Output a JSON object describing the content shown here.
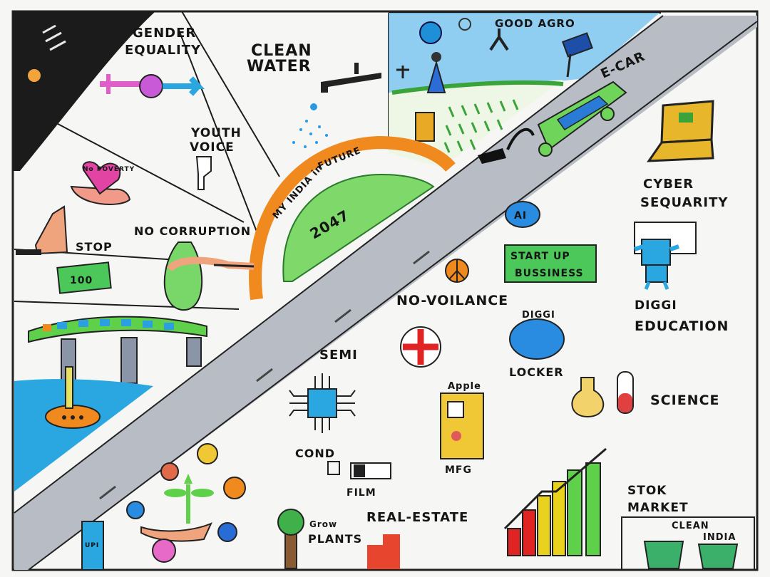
{
  "labels": {
    "gender_equality": [
      "GENDER",
      "EQUALITY"
    ],
    "clean_water": [
      "CLEAN",
      "WATER"
    ],
    "good_agro": "GOOD AGRO",
    "e_car": "E-CAR",
    "youth_voice": [
      "YOUTH",
      "VOICE"
    ],
    "no_poverty": "No POVERTY",
    "future": "FUTURE",
    "my_india_in": "MY INDIA in",
    "year": "2047",
    "stop": "STOP",
    "no_corruption": "NO CORRUPTION",
    "note_value": "100",
    "cyber_security": [
      "CYBER",
      "SEQUARITY"
    ],
    "ai": "AI",
    "startup": [
      "START UP",
      "BUSSINESS"
    ],
    "no_violence": "NO-VOILANCE",
    "diggi_locker_top": "DIGGI",
    "diggi_locker_bottom": "LOCKER",
    "digi_education": [
      "DIGGI",
      "EDUCATION"
    ],
    "semi": "SEMI",
    "cond": "COND",
    "film": "FILM",
    "apple": "Apple",
    "mfg": "MFG",
    "science": "SCIENCE",
    "grow": "Grow",
    "plants": "PLANTS",
    "real_estate": "REAL-ESTATE",
    "stock_market": [
      "STOK",
      "MARKET"
    ],
    "clean_india": [
      "CLEAN",
      "INDIA"
    ],
    "upi": "UPI"
  },
  "icons": [
    "no-poverty-heart-icon",
    "gender-symbol-icon",
    "water-tap-icon",
    "farmer-icon",
    "solar-panel-icon",
    "electric-car-icon",
    "charger-plug-icon",
    "laptop-icon",
    "ai-badge-icon",
    "robot-icon",
    "peace-icon",
    "first-aid-icon",
    "locker-cloud-icon",
    "microchip-icon",
    "phone-icon",
    "flask-icon",
    "test-tube-icon",
    "tree-icon",
    "bar-chart-icon",
    "dustbin-icon",
    "metro-train-icon",
    "submarine-icon",
    "money-bag-icon",
    "stop-hand-icon",
    "youth-fist-icon",
    "globe-icon"
  ],
  "colors": {
    "road": "#b8bcc4",
    "arc": "#f08a1e",
    "globe": "#7fd86a",
    "water": "#2aa6e0",
    "sky": "#6cc2ec",
    "field": "#5fc94a"
  }
}
